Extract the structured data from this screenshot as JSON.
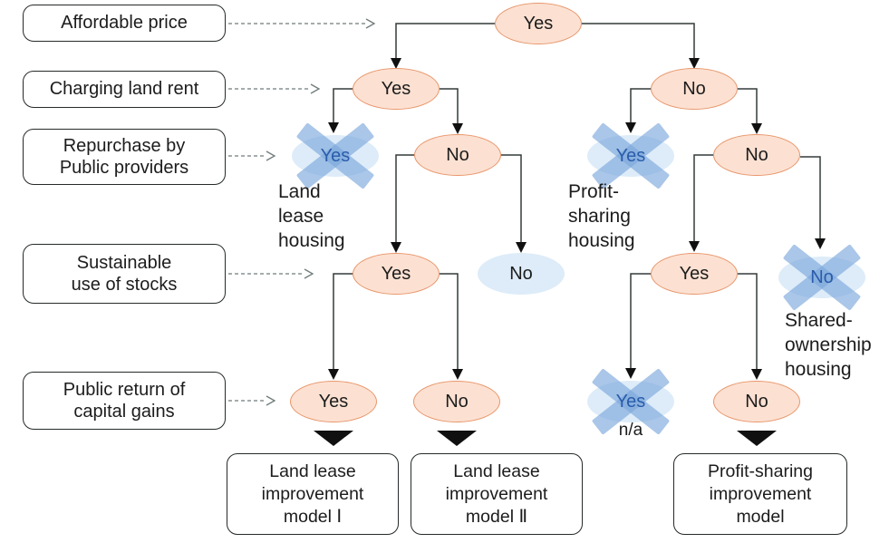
{
  "criteria": [
    {
      "label": "Affordable price"
    },
    {
      "label": "Charging land rent"
    },
    {
      "label": "Repurchase by\nPublic providers"
    },
    {
      "label": "Sustainable\nuse of stocks"
    },
    {
      "label": "Public return of\ncapital gains"
    }
  ],
  "nodes": {
    "affordable": "Yes",
    "rent_yes": "Yes",
    "rent_no": "No",
    "repurchase_left_yes": "Yes",
    "repurchase_left_no": "No",
    "repurchase_right_yes": "Yes",
    "repurchase_right_no": "No",
    "stocks_left_yes": "Yes",
    "stocks_left_no": "No",
    "stocks_right_yes": "Yes",
    "stocks_right_no": "No",
    "return_left_yes": "Yes",
    "return_left_no": "No",
    "return_right_yes": "Yes",
    "return_right_no": "No"
  },
  "annotations": {
    "land_lease": "Land\nlease\nhousing",
    "profit_sharing": "Profit-\nsharing\nhousing",
    "shared_ownership": "Shared-\nownership\nhousing",
    "not_applicable": "n/a"
  },
  "terminals": [
    {
      "label": "Land lease\nimprovement\nmodel Ⅰ"
    },
    {
      "label": "Land lease\nimprovement\nmodel Ⅱ"
    },
    {
      "label": "Profit-sharing\nimprovement\nmodel"
    }
  ],
  "colors": {
    "decision_fill": "#fce1d2",
    "decision_border": "#e8966b",
    "excluded_fill": "#ddecf8",
    "cross_mark": "#7da8db",
    "crossed_text": "#2a5caa",
    "connector_line": "#333a3a",
    "dashed_arrow": "#6f7b7b",
    "arrowhead": "#101010"
  }
}
